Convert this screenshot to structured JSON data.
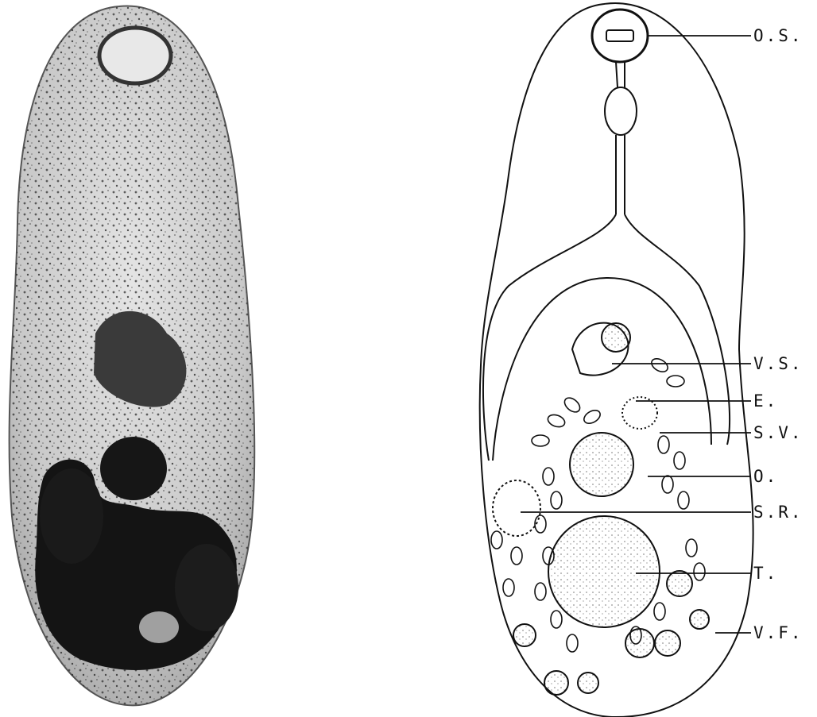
{
  "labels": {
    "os": "O.S.",
    "vs": "V.S.",
    "e": "E.",
    "sv": "S.V.",
    "o": "O.",
    "sr": "S.R.",
    "t": "T.",
    "vf": "V.F."
  },
  "colors": {
    "ink": "#111111",
    "paper": "#ffffff",
    "photo_bg": "#d8d8d8",
    "photo_dark": "#1a1a1a"
  }
}
